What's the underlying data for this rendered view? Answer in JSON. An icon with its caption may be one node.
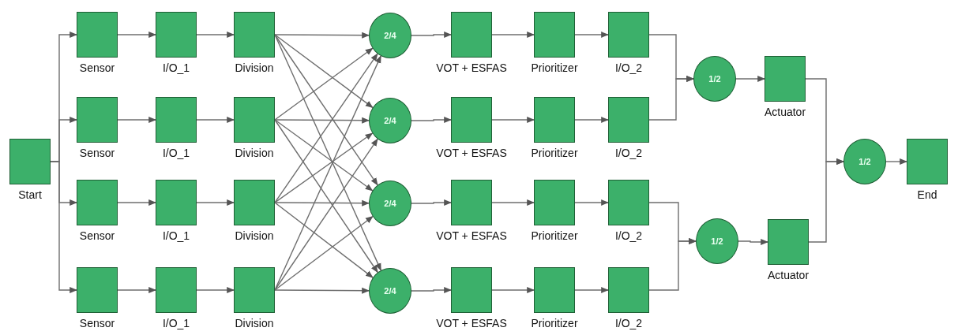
{
  "diagram": {
    "nodes": [
      {
        "text": [
          "Start"
        ]
      },
      {
        "text": [
          "Sensor"
        ]
      },
      {
        "text": [
          "Sensor"
        ]
      },
      {
        "text": [
          "Sensor"
        ]
      },
      {
        "text": [
          "Sensor"
        ]
      },
      {
        "text": [
          "I/O_1"
        ]
      },
      {
        "text": [
          "I/O_1"
        ]
      },
      {
        "text": [
          "I/O_1"
        ]
      },
      {
        "text": [
          "I/O_1"
        ]
      },
      {
        "text": [
          "Division"
        ]
      },
      {
        "text": [
          "Division"
        ]
      },
      {
        "text": [
          "Division"
        ]
      },
      {
        "text": [
          "Division"
        ]
      },
      {
        "text": [
          "2/4"
        ]
      },
      {
        "text": [
          "2/4"
        ]
      },
      {
        "text": [
          "2/4"
        ]
      },
      {
        "text": [
          "2/4"
        ]
      },
      {
        "text": [
          "VOT + ESFAS"
        ]
      },
      {
        "text": [
          "VOT + ESFAS"
        ]
      },
      {
        "text": [
          "VOT + ESFAS"
        ]
      },
      {
        "text": [
          "VOT + ESFAS"
        ]
      },
      {
        "text": [
          "Prioritizer"
        ]
      },
      {
        "text": [
          "Prioritizer"
        ]
      },
      {
        "text": [
          "Prioritizer"
        ]
      },
      {
        "text": [
          "Prioritizer"
        ]
      },
      {
        "text": [
          "I/O_2"
        ]
      },
      {
        "text": [
          "I/O_2"
        ]
      },
      {
        "text": [
          "I/O_2"
        ]
      },
      {
        "text": [
          "I/O_2"
        ]
      },
      {
        "text": [
          "1/2"
        ]
      },
      {
        "text": [
          "1/2"
        ]
      },
      {
        "text": [
          "Actuator"
        ]
      },
      {
        "text": [
          "Actuator"
        ]
      },
      {
        "text": [
          "1/2"
        ]
      },
      {
        "text": [
          "End"
        ]
      }
    ],
    "edges": [
      {
        "from": 0,
        "to": 1,
        "arrow": "to"
      },
      {
        "from": 0,
        "to": 2,
        "arrow": "to"
      },
      {
        "from": 0,
        "to": 3,
        "arrow": "to"
      },
      {
        "from": 0,
        "to": 4,
        "arrow": "to"
      },
      {
        "from": 1,
        "to": 5,
        "arrow": "to"
      },
      {
        "from": 2,
        "to": 6,
        "arrow": "to"
      },
      {
        "from": 3,
        "to": 7,
        "arrow": "to"
      },
      {
        "from": 4,
        "to": 8,
        "arrow": "to"
      },
      {
        "from": 5,
        "to": 9,
        "arrow": "to"
      },
      {
        "from": 6,
        "to": 10,
        "arrow": "to"
      },
      {
        "from": 7,
        "to": 11,
        "arrow": "to"
      },
      {
        "from": 8,
        "to": 12,
        "arrow": "to"
      },
      {
        "from": 9,
        "to": 13,
        "arrow": "to"
      },
      {
        "from": 9,
        "to": 14,
        "arrow": "to"
      },
      {
        "from": 9,
        "to": 15,
        "arrow": "to"
      },
      {
        "from": 9,
        "to": 16,
        "arrow": "to"
      },
      {
        "from": 10,
        "to": 13,
        "arrow": "to"
      },
      {
        "from": 10,
        "to": 14,
        "arrow": "to"
      },
      {
        "from": 10,
        "to": 15,
        "arrow": "to"
      },
      {
        "from": 10,
        "to": 16,
        "arrow": "to"
      },
      {
        "from": 11,
        "to": 13,
        "arrow": "to"
      },
      {
        "from": 11,
        "to": 14,
        "arrow": "to"
      },
      {
        "from": 11,
        "to": 15,
        "arrow": "to"
      },
      {
        "from": 11,
        "to": 16,
        "arrow": "to"
      },
      {
        "from": 12,
        "to": 13,
        "arrow": "to"
      },
      {
        "from": 12,
        "to": 14,
        "arrow": "to"
      },
      {
        "from": 12,
        "to": 15,
        "arrow": "to"
      },
      {
        "from": 12,
        "to": 16,
        "arrow": "to"
      },
      {
        "from": 13,
        "to": 17,
        "arrow": "to"
      },
      {
        "from": 14,
        "to": 18,
        "arrow": "to"
      },
      {
        "from": 15,
        "to": 19,
        "arrow": "to"
      },
      {
        "from": 16,
        "to": 20,
        "arrow": "to"
      },
      {
        "from": 17,
        "to": 21,
        "arrow": "to"
      },
      {
        "from": 18,
        "to": 22,
        "arrow": "to"
      },
      {
        "from": 19,
        "to": 23,
        "arrow": "to"
      },
      {
        "from": 20,
        "to": 24,
        "arrow": "to"
      },
      {
        "from": 21,
        "to": 25,
        "arrow": "to"
      },
      {
        "from": 22,
        "to": 26,
        "arrow": "to"
      },
      {
        "from": 23,
        "to": 27,
        "arrow": "to"
      },
      {
        "from": 24,
        "to": 28,
        "arrow": "to"
      },
      {
        "from": 25,
        "to": 29,
        "arrow": "to"
      },
      {
        "from": 26,
        "to": 29,
        "arrow": "to"
      },
      {
        "from": 27,
        "to": 30,
        "arrow": "to"
      },
      {
        "from": 28,
        "to": 30,
        "arrow": "to"
      },
      {
        "from": 29,
        "to": 31,
        "arrow": "to"
      },
      {
        "from": 30,
        "to": 32,
        "arrow": "to"
      },
      {
        "from": 31,
        "to": 33,
        "arrow": "to"
      },
      {
        "from": 32,
        "to": 33,
        "arrow": "to"
      },
      {
        "from": 33,
        "to": 34,
        "arrow": "to"
      }
    ]
  }
}
